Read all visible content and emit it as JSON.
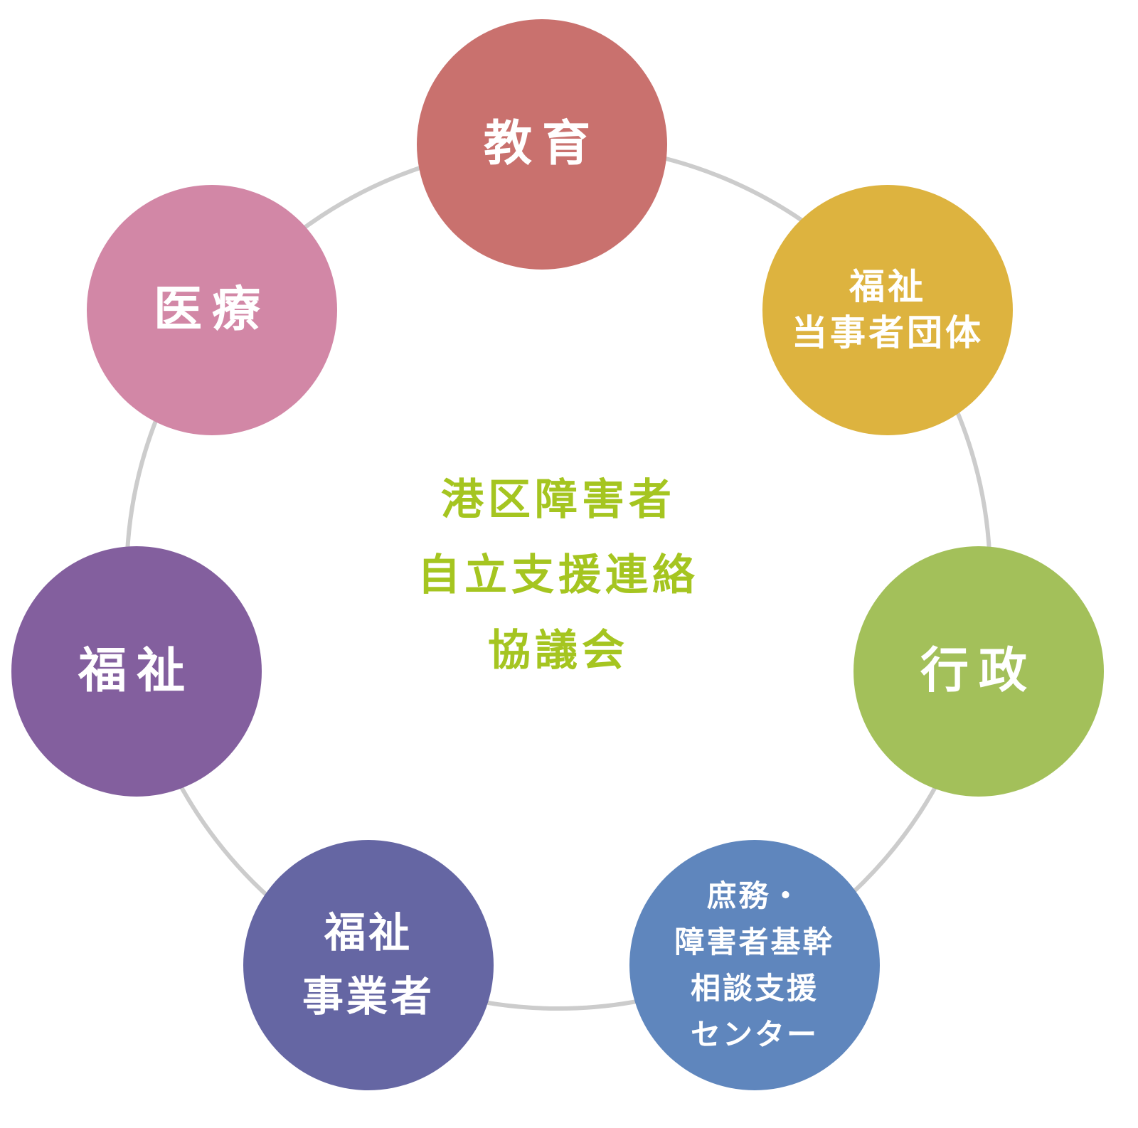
{
  "center_title": [
    "港区障害者",
    "自立支援連絡",
    "協議会"
  ],
  "nodes": [
    {
      "id": "education",
      "lines": [
        "教育"
      ],
      "color": "#c9716e"
    },
    {
      "id": "welfare-party-groups",
      "lines": [
        "福祉",
        "当事者団体"
      ],
      "color": "#ddb33f"
    },
    {
      "id": "administration",
      "lines": [
        "行政"
      ],
      "color": "#a3c05a"
    },
    {
      "id": "general-affairs-center",
      "lines": [
        "庶務・",
        "障害者基幹",
        "相談支援",
        "センター"
      ],
      "color": "#5f86bd"
    },
    {
      "id": "welfare-business",
      "lines": [
        "福祉",
        "事業者"
      ],
      "color": "#6566a3"
    },
    {
      "id": "welfare",
      "lines": [
        "福祉"
      ],
      "color": "#835f9e"
    },
    {
      "id": "medical",
      "lines": [
        "医療"
      ],
      "color": "#d287a6"
    }
  ],
  "colors": {
    "ring": "#cccccc",
    "center_text": "#a5c520"
  }
}
